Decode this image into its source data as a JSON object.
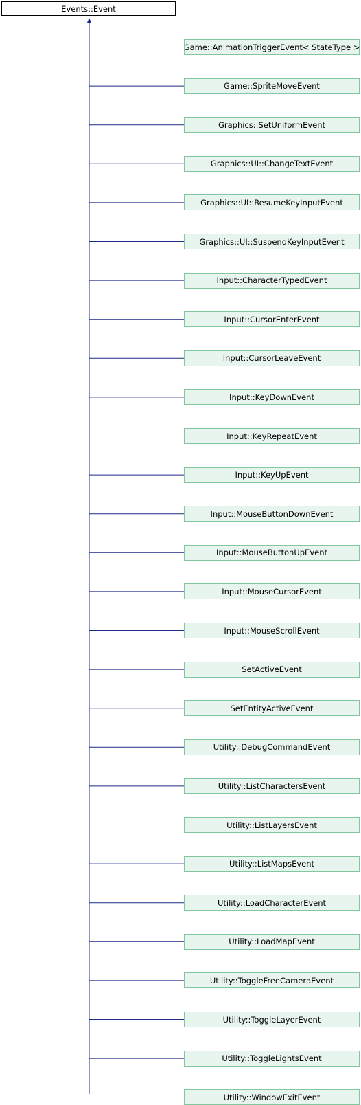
{
  "diagram": {
    "base_class": "Events::Event",
    "derived_classes": [
      "Game::AnimationTriggerEvent< StateType >",
      "Game::SpriteMoveEvent",
      "Graphics::SetUniformEvent",
      "Graphics::UI::ChangeTextEvent",
      "Graphics::UI::ResumeKeyInputEvent",
      "Graphics::UI::SuspendKeyInputEvent",
      "Input::CharacterTypedEvent",
      "Input::CursorEnterEvent",
      "Input::CursorLeaveEvent",
      "Input::KeyDownEvent",
      "Input::KeyRepeatEvent",
      "Input::KeyUpEvent",
      "Input::MouseButtonDownEvent",
      "Input::MouseButtonUpEvent",
      "Input::MouseCursorEvent",
      "Input::MouseScrollEvent",
      "SetActiveEvent",
      "SetEntityActiveEvent",
      "Utility::DebugCommandEvent",
      "Utility::ListCharactersEvent",
      "Utility::ListLayersEvent",
      "Utility::ListMapsEvent",
      "Utility::LoadCharacterEvent",
      "Utility::LoadMapEvent",
      "Utility::ToggleFreeCameraEvent",
      "Utility::ToggleLayerEvent",
      "Utility::ToggleLightsEvent",
      "Utility::WindowExitEvent"
    ],
    "colors": {
      "edge": "#1c2a8c",
      "derived_fill": "#e8f4ee",
      "derived_border": "#81c89f",
      "base_fill": "#ffffff",
      "base_border": "#000000"
    }
  }
}
